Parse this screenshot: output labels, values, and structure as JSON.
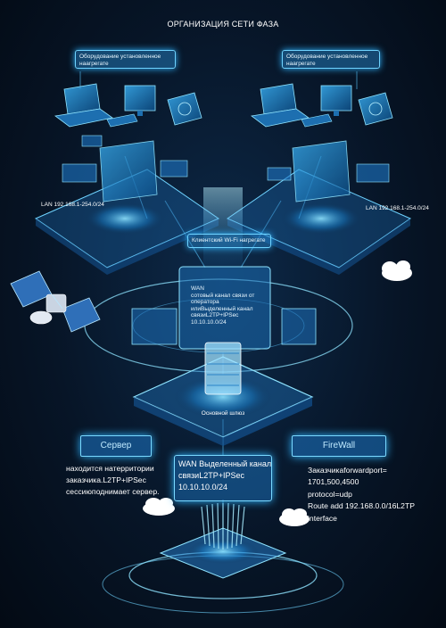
{
  "title": "ОРГАНИЗАЦИЯ СЕТИ ФАЗА",
  "left_equipment_label": "Оборудование установленное наагрегате",
  "right_equipment_label": "Оборудование установленное наагрегате",
  "left_lan": "LAN 192.168.1-254.0/24",
  "right_lan": "LAN 192.168.1-254.0/24",
  "wifi_label": "Клиентский Wi-Fi нагрегате",
  "center_wan_text": "WAN\nсотовый канал связи от\nоператора\nилиВыделенный канал\nсвязиL2TP+IPSec\n10.10.10.0/24",
  "gateway_label": "Основной шлюз",
  "server_tag": "Сервер",
  "firewall_tag": "FireWall",
  "server_text": "находится натерритории\nзаказчика.L2TP+IPSec\nсессиюподнимает сервер.",
  "wan_box_text": "WAN Выделенный канал\nсвязиL2TP+IPSec\n10.10.10.0/24",
  "firewall_text": "Заказчикаforwardport=\n1701,500,4500\nprotocol=udp\nRoute add 192.168.0.0/16L2TP\ninterface",
  "colors": {
    "accent": "#2fb4ff",
    "glow": "#6fd3ff",
    "background": "#071527"
  }
}
